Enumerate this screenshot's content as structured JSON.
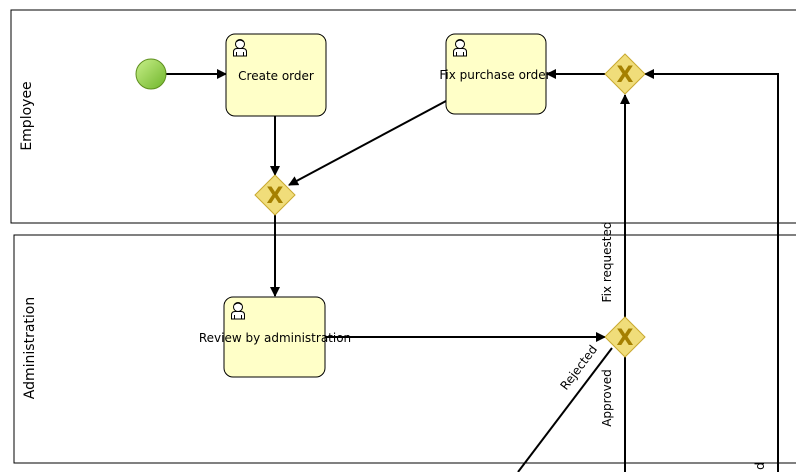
{
  "colors": {
    "task_fill": "#ffffc8",
    "gateway_fill": "#f0dd7a",
    "start_event_fill": "#8fce3a",
    "line": "#000000"
  },
  "lanes": {
    "employee": {
      "label": "Employee"
    },
    "administration": {
      "label": "Administration"
    }
  },
  "tasks": {
    "create_order": {
      "label": "Create order",
      "icon": "user-icon"
    },
    "fix_purchase_order": {
      "label": "Fix purchase order",
      "icon": "user-icon"
    },
    "review_by_administration": {
      "label": "Review by administration",
      "icon": "user-icon"
    }
  },
  "gateways": {
    "merge": {
      "type": "exclusive",
      "marker": "X"
    },
    "fix": {
      "type": "exclusive",
      "marker": "X"
    },
    "decision": {
      "type": "exclusive",
      "marker": "X"
    }
  },
  "flows": {
    "fix_requested": {
      "label": "Fix requested"
    },
    "rejected": {
      "label": "Rejected"
    },
    "approved": {
      "label": "Approved"
    },
    "edge_partial": {
      "label": "d"
    }
  }
}
